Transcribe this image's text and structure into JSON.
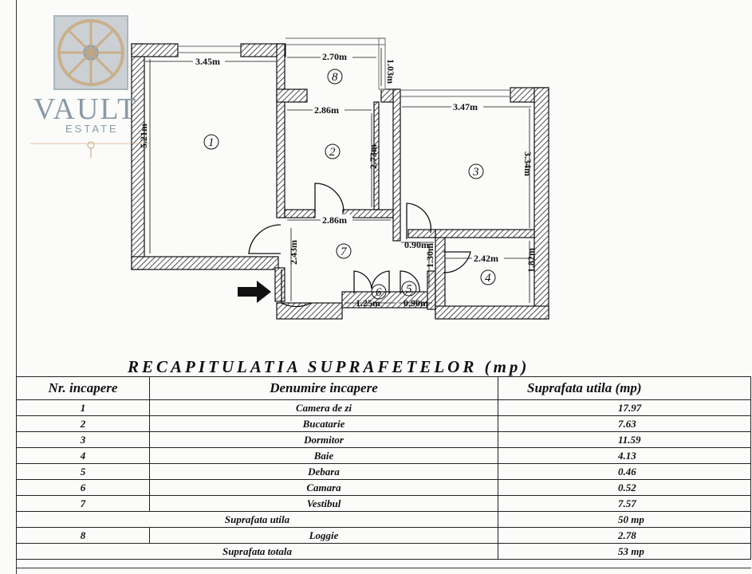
{
  "logo": {
    "brand": "VAULT",
    "tagline": "ESTATE",
    "icon": "vault-wheel-icon"
  },
  "plan": {
    "dimensions": {
      "d1": "3.45m",
      "d2": "2.70m",
      "d3": "1.03m",
      "d4": "2.86m",
      "d5": "3.47m",
      "d6": "5.21m",
      "d7": "2.73m",
      "d8": "3.34m",
      "d9": "2.86m",
      "d10": "0.90m",
      "d11": "2.43m",
      "d12": "1.30m",
      "d13": "2.42m",
      "d14": "1.82m",
      "d15": "1.25m",
      "d16": "0.90m"
    },
    "rooms": {
      "r1": "1",
      "r2": "2",
      "r3": "3",
      "r4": "4",
      "r5": "5",
      "r6": "6",
      "r7": "7",
      "r8": "8"
    }
  },
  "summary": {
    "title": "RECAPITULATIA SUPRAFETELOR (mp)",
    "headers": {
      "nr": "Nr. incapere",
      "name": "Denumire incapere",
      "area": "Suprafata utila (mp)"
    },
    "rows": [
      {
        "nr": "1",
        "name": "Camera de zi",
        "area": "17.97"
      },
      {
        "nr": "2",
        "name": "Bucatarie",
        "area": "7.63"
      },
      {
        "nr": "3",
        "name": "Dormitor",
        "area": "11.59"
      },
      {
        "nr": "4",
        "name": "Baie",
        "area": "4.13"
      },
      {
        "nr": "5",
        "name": "Debara",
        "area": "0.46"
      },
      {
        "nr": "6",
        "name": "Camara",
        "area": "0.52"
      },
      {
        "nr": "7",
        "name": "Vestibul",
        "area": "7.57"
      }
    ],
    "useful_label": "Suprafata utila",
    "useful_value": "50 mp",
    "loggia": {
      "nr": "8",
      "name": "Loggie",
      "area": "2.78"
    },
    "total_label": "Suprafata totala",
    "total_value": "53 mp"
  }
}
